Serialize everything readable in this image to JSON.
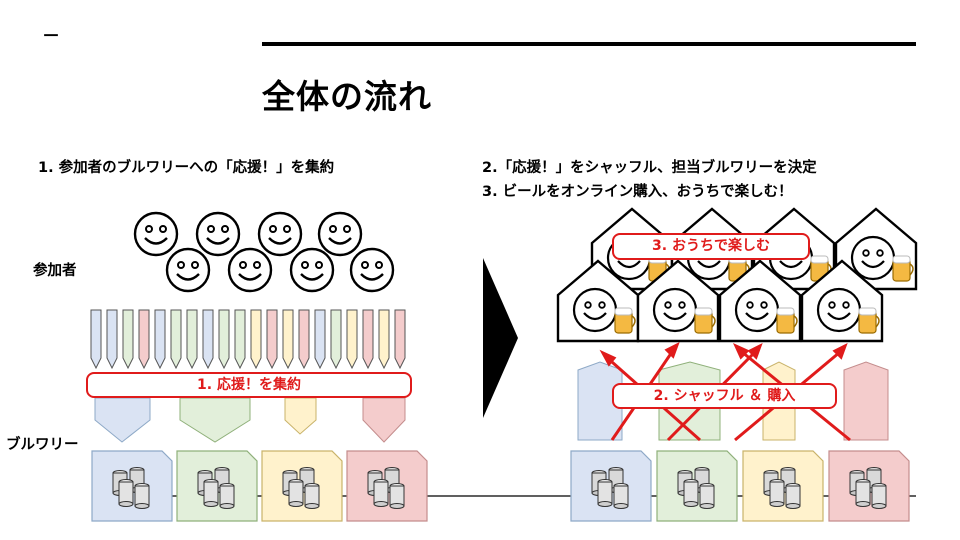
{
  "header": {
    "dash": "－",
    "title": "全体の流れ"
  },
  "captions": {
    "step1": "1. 参加者のブルワリーへの「応援！」を集約",
    "step2": "2.「応援！」をシャッフル、担当ブルワリーを決定",
    "step3": "3. ビールをオンライン購入、おうちで楽しむ！"
  },
  "labels": {
    "participants": "参加者",
    "breweries": "ブルワリー"
  },
  "callouts": {
    "aggregate": "1. 応援！を集約",
    "shuffle": "2. シャッフル ＆ 購入",
    "enjoy": "3. おうちで楽しむ"
  },
  "colors": {
    "blue": "#dae3f3",
    "green": "#e2efda",
    "yellow": "#fff2cc",
    "pink": "#f4cccc",
    "accent": "#e01b1b",
    "title_line": "#000000",
    "arrow": "#000000"
  },
  "counts": {
    "smileys": 8,
    "cheer_pins": 20,
    "breweries_per_side": 4,
    "houses": 8
  }
}
